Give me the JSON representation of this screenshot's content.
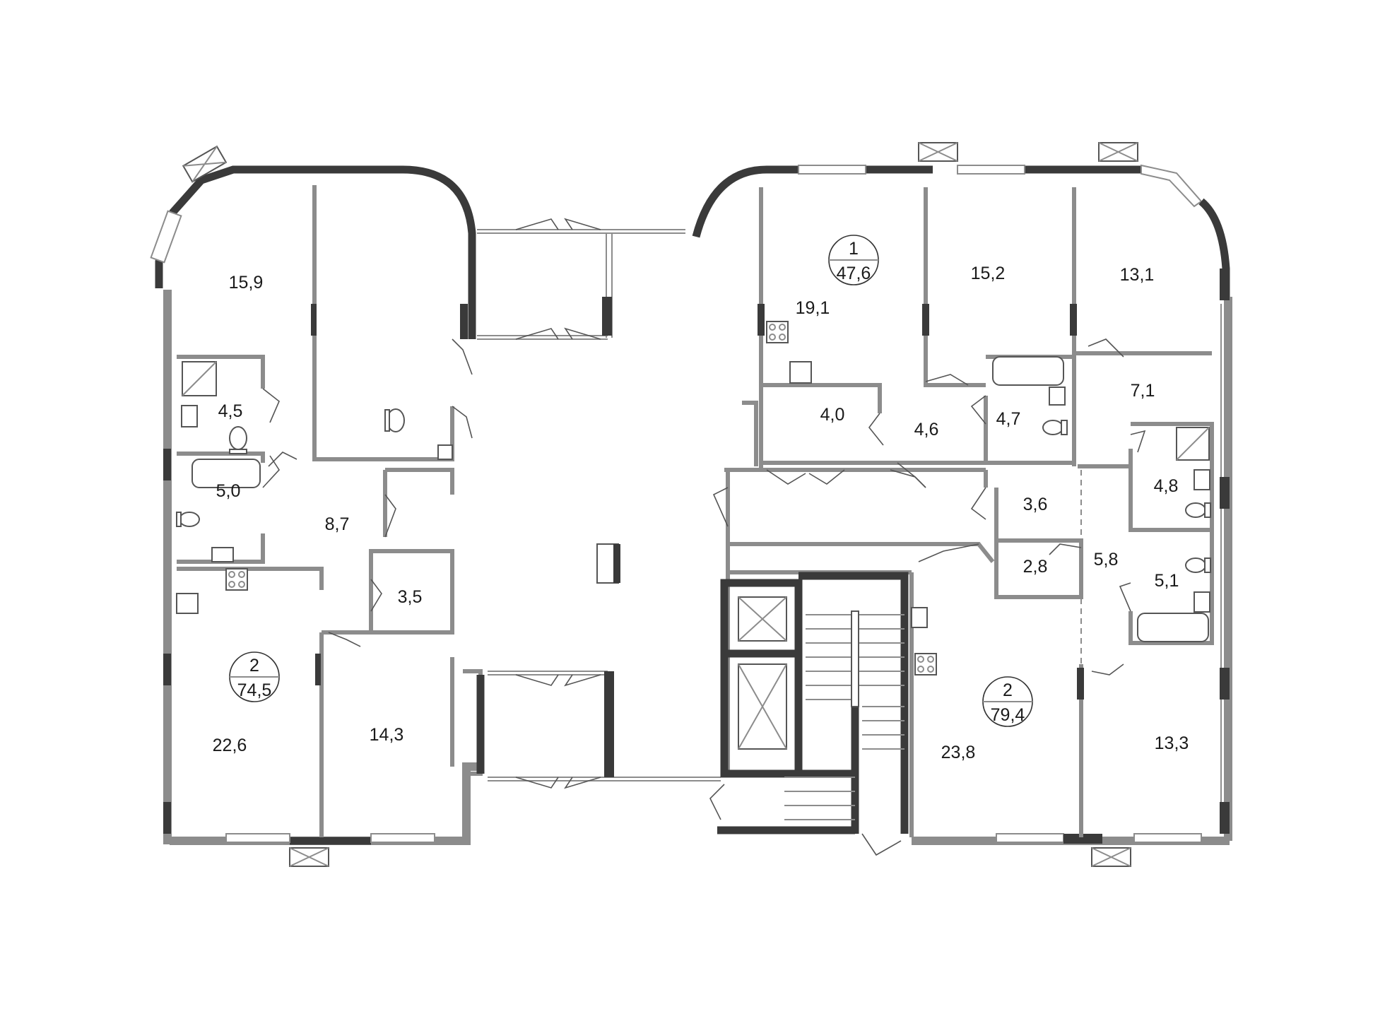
{
  "colors": {
    "wall": "#8c8c8c",
    "wall_dark": "#3a3a3a",
    "text": "#1a1a1a",
    "background": "#ffffff"
  },
  "apartments": [
    {
      "id": "apt-left",
      "rooms": "2",
      "area": "74,5"
    },
    {
      "id": "apt-right-top",
      "rooms": "1",
      "area": "47,6"
    },
    {
      "id": "apt-right-bottom",
      "rooms": "2",
      "area": "79,4"
    }
  ],
  "rooms": [
    {
      "id": "r-15-9",
      "area": "15,9"
    },
    {
      "id": "r-4-5",
      "area": "4,5"
    },
    {
      "id": "r-5-0",
      "area": "5,0"
    },
    {
      "id": "r-8-7",
      "area": "8,7"
    },
    {
      "id": "r-3-5",
      "area": "3,5"
    },
    {
      "id": "r-22-6",
      "area": "22,6"
    },
    {
      "id": "r-14-3",
      "area": "14,3"
    },
    {
      "id": "r-19-1",
      "area": "19,1"
    },
    {
      "id": "r-15-2",
      "area": "15,2"
    },
    {
      "id": "r-13-1",
      "area": "13,1"
    },
    {
      "id": "r-4-0",
      "area": "4,0"
    },
    {
      "id": "r-4-6",
      "area": "4,6"
    },
    {
      "id": "r-4-7",
      "area": "4,7"
    },
    {
      "id": "r-7-1",
      "area": "7,1"
    },
    {
      "id": "r-4-8",
      "area": "4,8"
    },
    {
      "id": "r-3-6",
      "area": "3,6"
    },
    {
      "id": "r-2-8",
      "area": "2,8"
    },
    {
      "id": "r-5-8",
      "area": "5,8"
    },
    {
      "id": "r-5-1",
      "area": "5,1"
    },
    {
      "id": "r-23-8",
      "area": "23,8"
    },
    {
      "id": "r-13-3",
      "area": "13,3"
    }
  ],
  "icons": [
    "stove-icon",
    "sink-icon",
    "toilet-icon",
    "bathtub-icon",
    "shower-icon",
    "ac-unit-icon",
    "elevator-icon",
    "stairs-icon"
  ]
}
